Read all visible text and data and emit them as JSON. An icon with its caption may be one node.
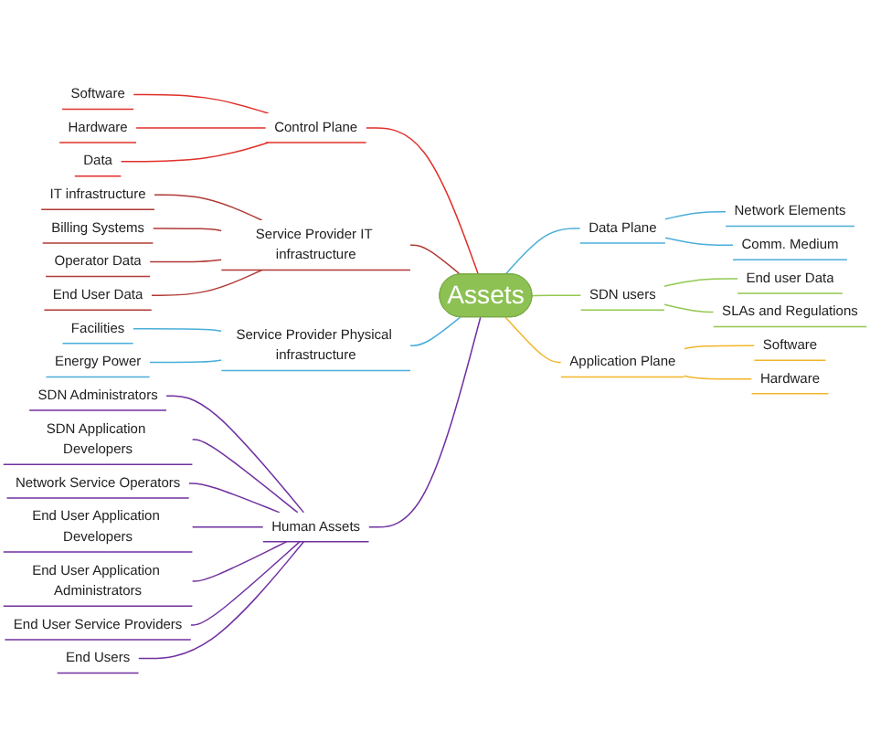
{
  "diagram": {
    "nodes": [
      {
        "text": [
          "Assets"
        ]
      },
      {
        "text": [
          "Control Plane"
        ]
      },
      {
        "text": [
          "Software"
        ]
      },
      {
        "text": [
          "Hardware"
        ]
      },
      {
        "text": [
          "Data"
        ]
      },
      {
        "text": [
          "Service Provider IT infrastructure"
        ]
      },
      {
        "text": [
          "IT infrastructure"
        ]
      },
      {
        "text": [
          "Billing Systems"
        ]
      },
      {
        "text": [
          "Operator Data"
        ]
      },
      {
        "text": [
          "End User Data"
        ]
      },
      {
        "text": [
          "Service Provider Physical infrastructure"
        ]
      },
      {
        "text": [
          "Facilities"
        ]
      },
      {
        "text": [
          "Energy Power"
        ]
      },
      {
        "text": [
          "Human Assets"
        ]
      },
      {
        "text": [
          "SDN Administrators"
        ]
      },
      {
        "text": [
          "SDN Application Developers"
        ]
      },
      {
        "text": [
          "Network Service Operators"
        ]
      },
      {
        "text": [
          "End User Application Developers"
        ]
      },
      {
        "text": [
          "End User Application Administrators"
        ]
      },
      {
        "text": [
          "End User Service Providers"
        ]
      },
      {
        "text": [
          "End Users"
        ]
      },
      {
        "text": [
          "Data Plane"
        ]
      },
      {
        "text": [
          "Network Elements"
        ]
      },
      {
        "text": [
          "Comm. Medium"
        ]
      },
      {
        "text": [
          "SDN users"
        ]
      },
      {
        "text": [
          "End user Data"
        ]
      },
      {
        "text": [
          "SLAs and Regulations"
        ]
      },
      {
        "text": [
          "Application Plane"
        ]
      },
      {
        "text": [
          "Software"
        ]
      },
      {
        "text": [
          "Hardware"
        ]
      }
    ],
    "edges": [
      {
        "from": 2,
        "to": 1,
        "arrow": "none",
        "color": "#e0302a"
      },
      {
        "from": 3,
        "to": 1,
        "arrow": "none",
        "color": "#e0302a"
      },
      {
        "from": 4,
        "to": 1,
        "arrow": "none",
        "color": "#e0302a"
      },
      {
        "from": 1,
        "to": 0,
        "arrow": "none",
        "color": "#e0302a"
      },
      {
        "from": 6,
        "to": 5,
        "arrow": "none",
        "color": "#b03a36"
      },
      {
        "from": 7,
        "to": 5,
        "arrow": "none",
        "color": "#b03a36"
      },
      {
        "from": 8,
        "to": 5,
        "arrow": "none",
        "color": "#b03a36"
      },
      {
        "from": 9,
        "to": 5,
        "arrow": "none",
        "color": "#b03a36"
      },
      {
        "from": 5,
        "to": 0,
        "arrow": "none",
        "color": "#b03a36"
      },
      {
        "from": 11,
        "to": 10,
        "arrow": "none",
        "color": "#4aaed8"
      },
      {
        "from": 12,
        "to": 10,
        "arrow": "none",
        "color": "#4aaed8"
      },
      {
        "from": 10,
        "to": 0,
        "arrow": "none",
        "color": "#4aaed8"
      },
      {
        "from": 14,
        "to": 13,
        "arrow": "none"
      },
      {
        "from": 15,
        "to": 13,
        "arrow": "none"
      },
      {
        "from": 16,
        "to": 13,
        "arrow": "none"
      },
      {
        "from": 17,
        "to": 13,
        "arrow": "none"
      },
      {
        "from": 18,
        "to": 13,
        "arrow": "none"
      },
      {
        "from": 19,
        "to": 13,
        "arrow": "none"
      },
      {
        "from": 20,
        "to": 13,
        "arrow": "none"
      },
      {
        "from": 13,
        "to": 0,
        "arrow": "none"
      },
      {
        "from": 0,
        "to": 21,
        "arrow": "none",
        "color": "#4aaed8"
      },
      {
        "from": 21,
        "to": 22,
        "arrow": "none",
        "color": "#4aaed8"
      },
      {
        "from": 21,
        "to": 23,
        "arrow": "none",
        "color": "#4aaed8"
      },
      {
        "from": 0,
        "to": 24,
        "arrow": "none",
        "color": "#92c850"
      },
      {
        "from": 24,
        "to": 25,
        "arrow": "none",
        "color": "#92c850"
      },
      {
        "from": 24,
        "to": 26,
        "arrow": "none",
        "color": "#92c850"
      },
      {
        "from": 0,
        "to": 27,
        "arrow": "none",
        "color": "#f2b52a"
      },
      {
        "from": 27,
        "to": 28,
        "arrow": "none",
        "color": "#f2b52a"
      },
      {
        "from": 27,
        "to": 29,
        "arrow": "none",
        "color": "#f2b52a"
      }
    ]
  }
}
